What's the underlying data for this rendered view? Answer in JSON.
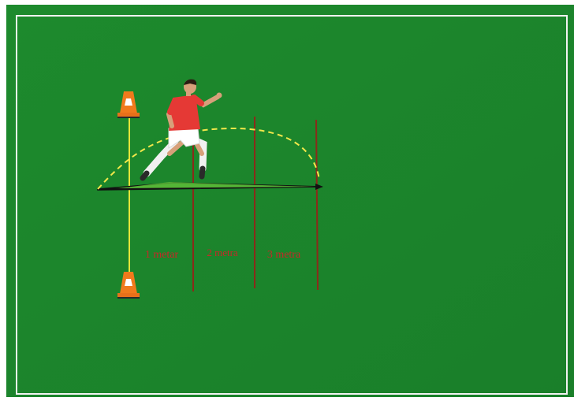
{
  "colors": {
    "pitch": "#1f8a2e",
    "pitch_border": "#f2f2f2",
    "marker_line": "#8b2a1a",
    "zone_label": "#c62828",
    "start_line": "#e4e63a",
    "jump_path": "#f3e84a",
    "cone_orange": "#f07a1c",
    "cone_white": "#ffffff",
    "shirt": "#e53935",
    "shorts": "#ffffff"
  },
  "figure": {
    "zone_labels": [
      "1 metar",
      "2 metra",
      "3 metra"
    ],
    "cone_icon": "traffic-cone-icon",
    "player_icon": "running-player-icon"
  }
}
